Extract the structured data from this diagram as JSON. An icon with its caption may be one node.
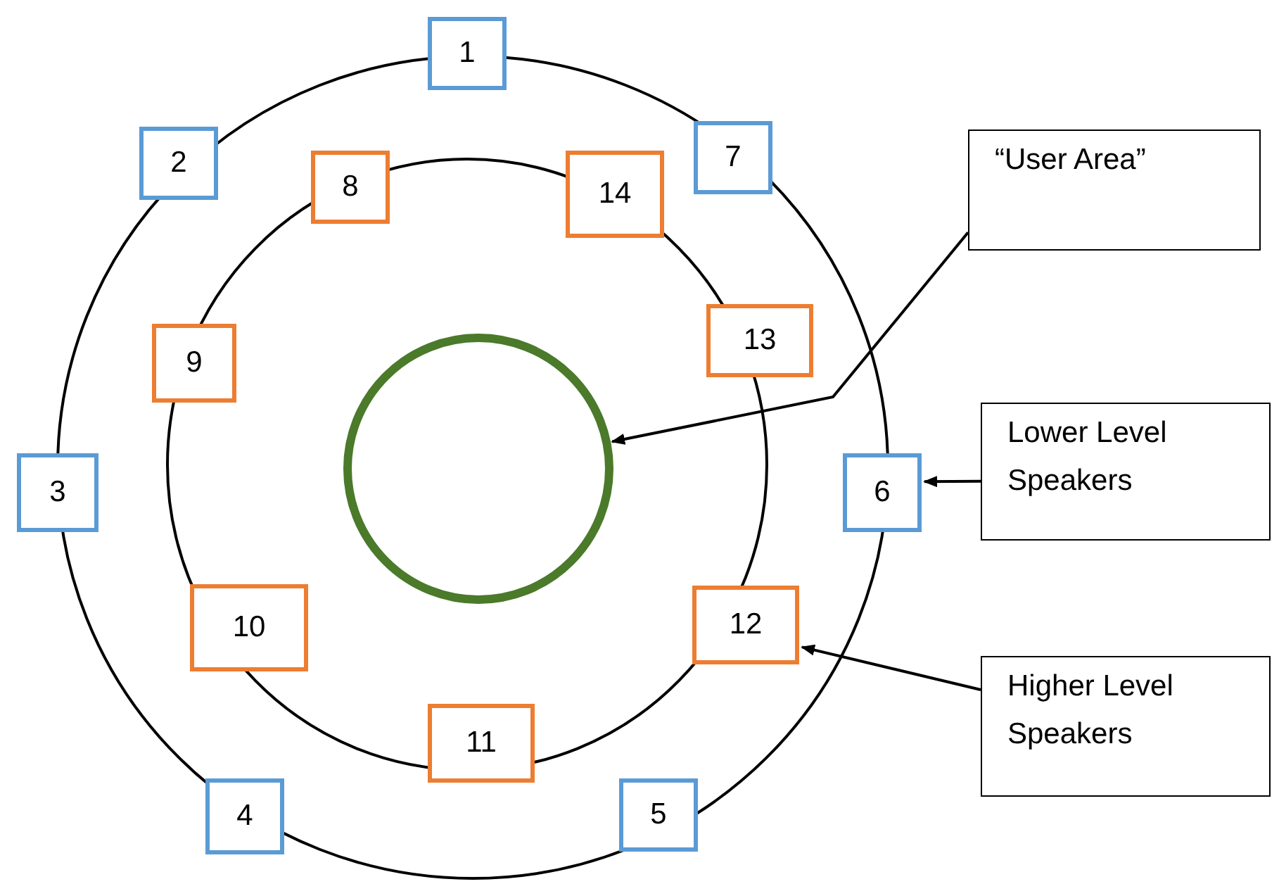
{
  "diagram": {
    "nodes": [
      {
        "text": [
          "1"
        ]
      },
      {
        "text": [
          "2"
        ]
      },
      {
        "text": [
          "3"
        ]
      },
      {
        "text": [
          "4"
        ]
      },
      {
        "text": [
          "5"
        ]
      },
      {
        "text": [
          "6"
        ]
      },
      {
        "text": [
          "7"
        ]
      },
      {
        "text": [
          "8"
        ]
      },
      {
        "text": [
          "9"
        ]
      },
      {
        "text": [
          "10"
        ]
      },
      {
        "text": [
          "11"
        ]
      },
      {
        "text": [
          "12"
        ]
      },
      {
        "text": [
          "13"
        ]
      },
      {
        "text": [
          "14"
        ]
      },
      {
        "text": [],
        "shape": "circle"
      },
      {
        "text": [
          "“User Area”"
        ]
      },
      {
        "text": [
          "Lower Level Speakers"
        ]
      },
      {
        "text": [
          "Higher Level Speakers"
        ]
      }
    ],
    "edges": [
      {
        "from": 15,
        "to": 14,
        "arrow": "to"
      },
      {
        "from": 16,
        "to": 5,
        "arrow": "to"
      },
      {
        "from": 17,
        "to": 11,
        "arrow": "to"
      }
    ]
  }
}
